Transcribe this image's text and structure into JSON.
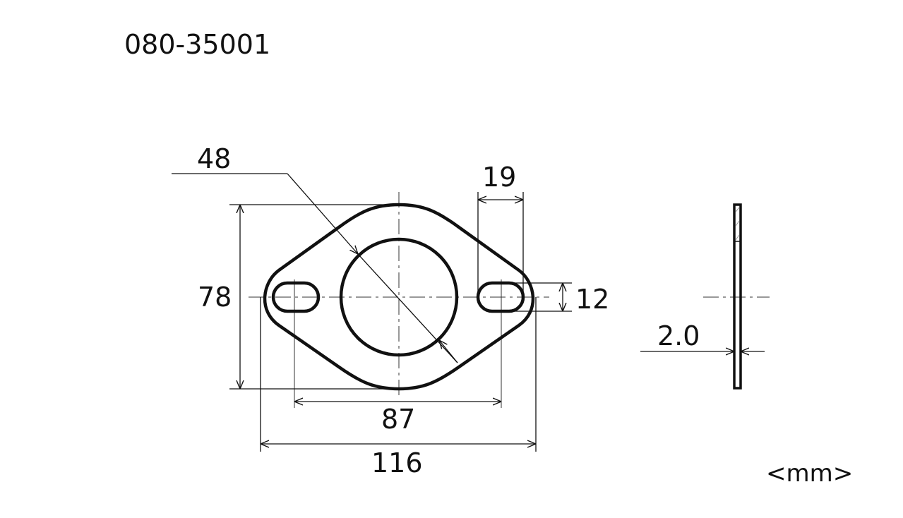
{
  "part_number": "080-35001",
  "units": "<mm>",
  "dimensions": {
    "inner_diameter": "48",
    "slot_width": "19",
    "slot_height": "12",
    "overall_height": "78",
    "bolt_spacing": "87",
    "overall_width": "116",
    "thickness": "2.0"
  },
  "colors": {
    "line": "#111111",
    "background": "#ffffff"
  }
}
